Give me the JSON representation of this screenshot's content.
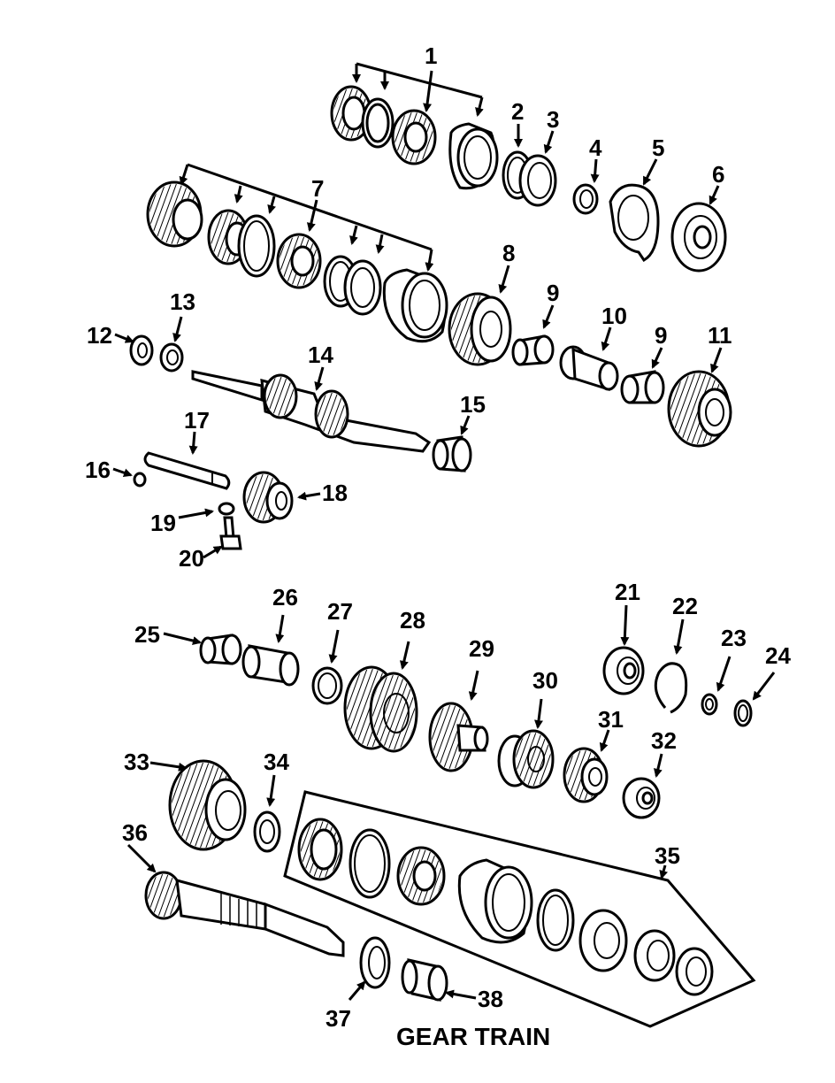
{
  "title": "GEAR TRAIN",
  "callouts": {
    "n1": "1",
    "n2": "2",
    "n3": "3",
    "n4": "4",
    "n5": "5",
    "n6": "6",
    "n7": "7",
    "n8": "8",
    "n9a": "9",
    "n9b": "9",
    "n10": "10",
    "n11": "11",
    "n12": "12",
    "n13": "13",
    "n14": "14",
    "n15": "15",
    "n16": "16",
    "n17": "17",
    "n18": "18",
    "n19": "19",
    "n20": "20",
    "n21": "21",
    "n22": "22",
    "n23": "23",
    "n24": "24",
    "n25": "25",
    "n26": "26",
    "n27": "27",
    "n28": "28",
    "n29": "29",
    "n30": "30",
    "n31": "31",
    "n32": "32",
    "n33": "33",
    "n34": "34",
    "n35": "35",
    "n36": "36",
    "n37": "37",
    "n38": "38"
  }
}
